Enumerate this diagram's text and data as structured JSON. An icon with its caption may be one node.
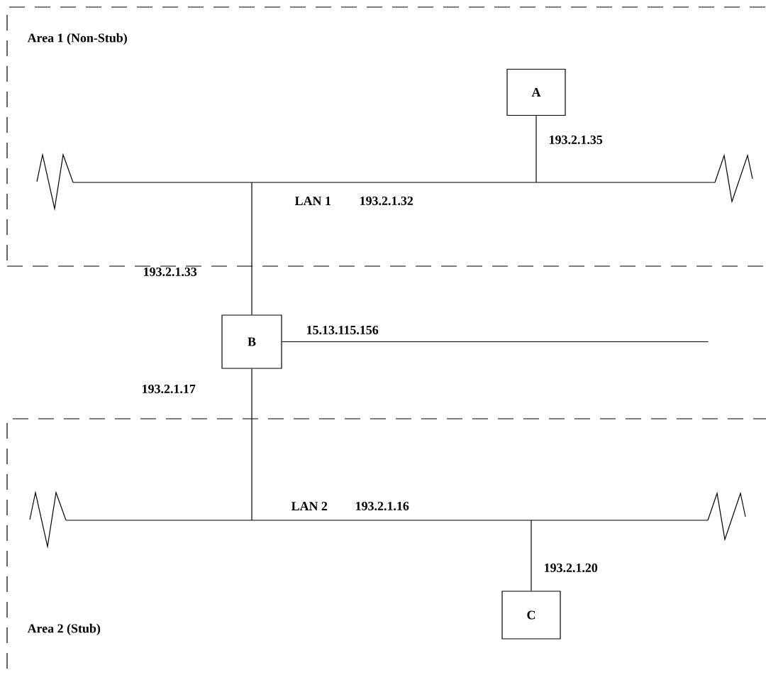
{
  "diagram": {
    "nodes": [
      {
        "text": [
          "Area 1 (Non-Stub)"
        ]
      },
      {
        "text": [
          "A"
        ],
        "in": 0
      },
      {
        "text": [],
        "shape": "bar",
        "beside": [
          "LAN 1",
          "193.2.1.32"
        ],
        "in": 0
      },
      {
        "text": [
          "B"
        ]
      },
      {
        "text": [
          "Area 2 (Stub)"
        ]
      },
      {
        "text": [],
        "shape": "bar",
        "beside": [
          "LAN 2",
          "193.2.1.16"
        ],
        "in": 4
      },
      {
        "text": [
          "C"
        ],
        "in": 4
      }
    ],
    "edges": [
      {
        "from": 1,
        "to": 2,
        "arrow": "none",
        "label": "193.2.1.35"
      },
      {
        "from": 2,
        "to": 3,
        "arrow": "none",
        "label": "193.2.1.33"
      },
      {
        "from": 3,
        "to": null,
        "arrow": "none",
        "label": "15.13.115.156"
      },
      {
        "from": 3,
        "to": 5,
        "arrow": "none",
        "label": "193.2.1.17"
      },
      {
        "from": 5,
        "to": 6,
        "arrow": "none",
        "label": "193.2.1.20"
      }
    ]
  }
}
